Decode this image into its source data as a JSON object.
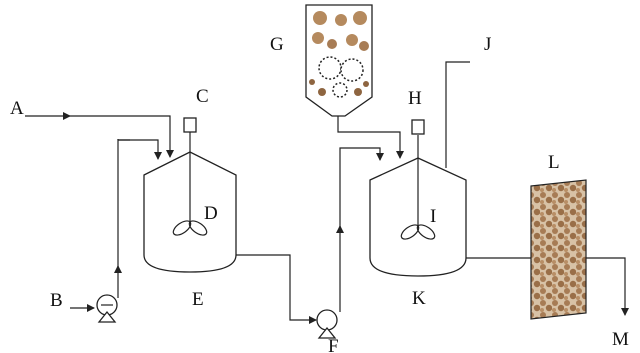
{
  "labels": {
    "A": "A",
    "B": "B",
    "C": "C",
    "D": "D",
    "E": "E",
    "F": "F",
    "G": "G",
    "H": "H",
    "I": "I",
    "J": "J",
    "K": "K",
    "L": "L",
    "M": "M"
  },
  "colors": {
    "line": "#222222",
    "particle": "#b58a5e",
    "particle_dark": "#8e6540",
    "filter_fill": "#bd9a76"
  },
  "icons": {
    "pump": "pump-icon",
    "motor": "motor-icon",
    "impeller": "impeller-icon",
    "hopper": "hopper-icon",
    "filter": "filter-icon"
  }
}
